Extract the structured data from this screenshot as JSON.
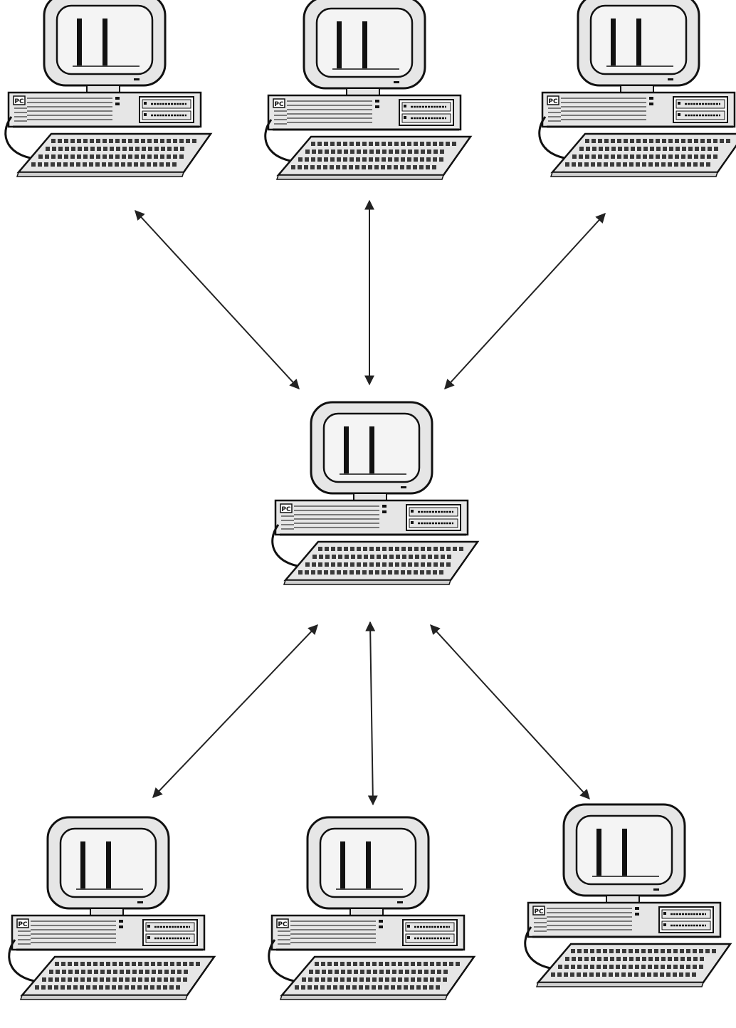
{
  "diagram": {
    "type": "star-network",
    "description_visible_text": "",
    "colors": {
      "background": "#ffffff",
      "outline": "#111111",
      "bezel_fill": "#e6e6e6",
      "screen_fill": "#f4f4f4",
      "bar_fill": "#111111",
      "arrow": "#222222"
    },
    "hub": {
      "id": "hub",
      "badge": "PC",
      "icon": "desktop-computer-icon"
    },
    "peripherals": [
      {
        "id": "pc-top-left",
        "badge": "PC",
        "icon": "desktop-computer-icon"
      },
      {
        "id": "pc-top-center",
        "badge": "PC",
        "icon": "desktop-computer-icon"
      },
      {
        "id": "pc-top-right",
        "badge": "PC",
        "icon": "desktop-computer-icon"
      },
      {
        "id": "pc-bottom-left",
        "badge": "PC",
        "icon": "desktop-computer-icon"
      },
      {
        "id": "pc-bottom-center",
        "badge": "PC",
        "icon": "desktop-computer-icon"
      },
      {
        "id": "pc-bottom-right",
        "badge": "PC",
        "icon": "desktop-computer-icon"
      }
    ],
    "links": [
      {
        "from": "hub",
        "to": "pc-top-left",
        "style": "double-arrow"
      },
      {
        "from": "hub",
        "to": "pc-top-center",
        "style": "double-arrow"
      },
      {
        "from": "hub",
        "to": "pc-top-right",
        "style": "double-arrow"
      },
      {
        "from": "hub",
        "to": "pc-bottom-left",
        "style": "double-arrow"
      },
      {
        "from": "hub",
        "to": "pc-bottom-center",
        "style": "double-arrow"
      },
      {
        "from": "hub",
        "to": "pc-bottom-right",
        "style": "double-arrow"
      }
    ]
  }
}
